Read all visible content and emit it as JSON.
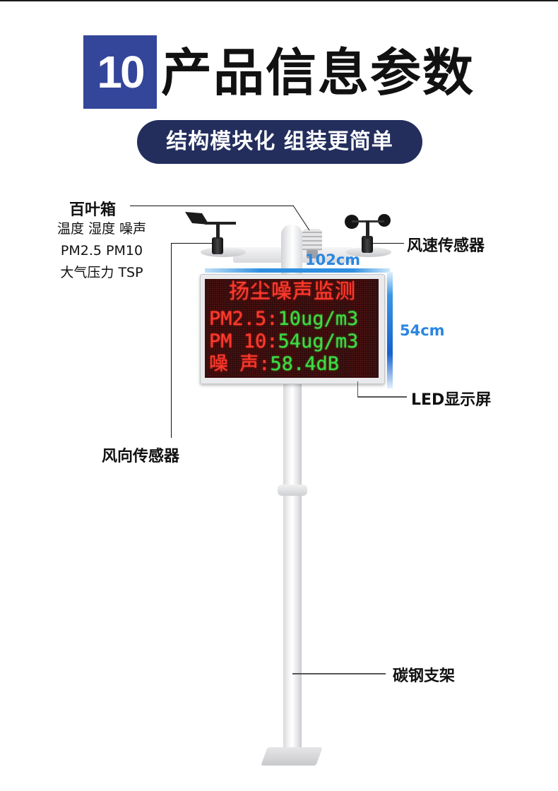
{
  "header": {
    "section_number": "10",
    "title": "产品信息参数",
    "subtitle": "结构模块化 组装更简单"
  },
  "colors": {
    "number_box": "#33469a",
    "pill": "#232e5d",
    "dimension": "#2b86e0",
    "led_red": "#ff3b2f",
    "led_green": "#3fdc46"
  },
  "labels": {
    "louver_box": {
      "title": "百叶箱",
      "lines": [
        "温度 湿度 噪声",
        "PM2.5 PM10",
        "大气压力 TSP"
      ]
    },
    "wind_speed_sensor": "风速传感器",
    "wind_direction_sensor": "风向传感器",
    "led_display": "LED显示屏",
    "steel_bracket": "碳钢支架"
  },
  "dimensions": {
    "width": "102cm",
    "height": "54cm"
  },
  "led_screen": {
    "title": "扬尘噪声监测",
    "rows": [
      {
        "label": "PM2.5:",
        "value": "10ug/m3"
      },
      {
        "label": "PM 10:",
        "value": "54ug/m3"
      },
      {
        "label": "噪 声:",
        "value": "58.4dB"
      }
    ]
  }
}
